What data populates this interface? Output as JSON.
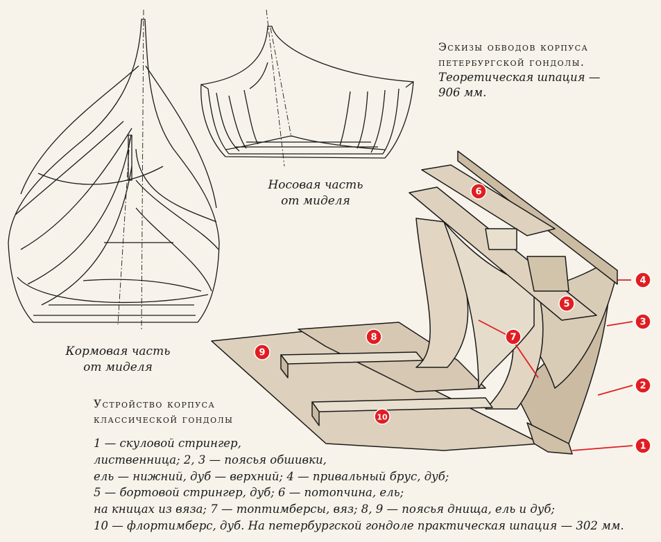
{
  "title_top": {
    "line1": "Эскизы обводов корпуса",
    "line2": "петербургской гондолы.",
    "line3": "Теоретическая шпация —",
    "line4": "906 мм."
  },
  "captions": {
    "bow_line1": "Носовая часть",
    "bow_line2": "от миделя",
    "stern_line1": "Кормовая часть",
    "stern_line2": "от миделя"
  },
  "structure": {
    "title_line1": "Устройство корпуса",
    "title_line2": "классической гондолы",
    "legend": [
      "1 — скуловой стрингер,",
      "лиственница; 2, 3 — поясья обшивки,",
      "ель — нижний, дуб — верхний; 4 — привальный брус, дуб;",
      "5 — бортовой стрингер, дуб; 6 — потопчина, ель;",
      "на кницах из вяза; 7 — топтимберсы, вяз; 8, 9 — поясья днища, ель и дуб;",
      "10 — флортимберс, дуб. На петербургской гондоле практическая шпация — 302 мм."
    ]
  },
  "callouts": [
    "1",
    "2",
    "3",
    "4",
    "5",
    "6",
    "7",
    "8",
    "9",
    "10"
  ],
  "colors": {
    "callout_fill": "#e01e22",
    "arrow": "#e01e22",
    "wood": "#ddd0bc",
    "wood_dark": "#b9aa92",
    "ink": "#1a1a1a",
    "background": "#f7f3ea"
  }
}
